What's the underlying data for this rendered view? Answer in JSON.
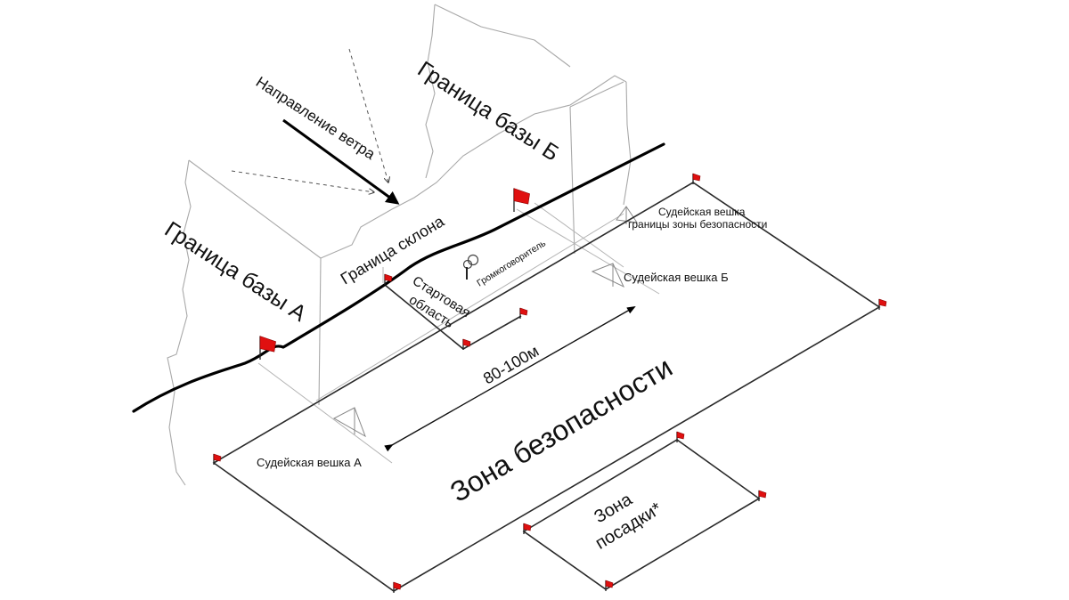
{
  "labels": {
    "base_a": "Граница базы  А",
    "base_b": "Граница базы  Б",
    "wind": "Направление ветра",
    "slope": "Граница склона",
    "start_line1": "Стартовая",
    "start_line2": "область",
    "speaker": "Громкоговоритель",
    "judge_flag_a": "Судейская вешка А",
    "judge_flag_b": "Судейская вешка Б",
    "judge_boundary_line1": "Судейская вешка",
    "judge_boundary_line2": "границы зоны безопасности",
    "distance": "80-100м",
    "safety_zone": "Зона безопасности",
    "landing_line1": "Зона",
    "landing_line2": "посадки*"
  },
  "colors": {
    "flag": "#e01010",
    "slope_line": "#000000",
    "zone_edge": "#2a2a2a",
    "background_walls": "#a9a9a9"
  },
  "icons": {
    "flag": "red-flag-icon",
    "speaker": "loudspeaker-icon",
    "windsock": "windsock-icon"
  }
}
